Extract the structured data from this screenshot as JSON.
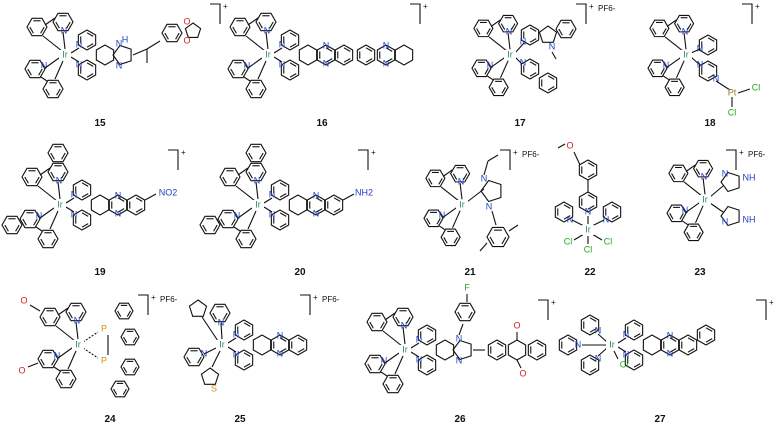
{
  "colors": {
    "iridium": "#2e8b57",
    "nitrogen": "#1f3fbf",
    "oxygen": "#d62020",
    "chlorine": "#1faa1f",
    "fluorine": "#2fa82f",
    "platinum": "#8b7d2a",
    "phosphorus": "#d98c1a",
    "bond": "#111111"
  },
  "atoms": {
    "ir": "Ir",
    "n": "N",
    "nh": "NH",
    "h": "H",
    "o": "O",
    "f": "F",
    "cl": "Cl",
    "pt": "Pt",
    "p": "P",
    "s": "S",
    "nh2": "NH2",
    "no2": "NO2"
  },
  "charges": {
    "plus": "+",
    "pf6": "PF6-"
  },
  "compounds": [
    {
      "label": "15",
      "charge": "+",
      "counterion": ""
    },
    {
      "label": "16",
      "charge": "+",
      "counterion": ""
    },
    {
      "label": "17",
      "charge": "+",
      "counterion": "PF6-"
    },
    {
      "label": "18",
      "charge": "+",
      "counterion": ""
    },
    {
      "label": "19",
      "charge": "+",
      "counterion": ""
    },
    {
      "label": "20",
      "charge": "+",
      "counterion": ""
    },
    {
      "label": "21",
      "charge": "+",
      "counterion": "PF6-"
    },
    {
      "label": "22",
      "charge": "",
      "counterion": ""
    },
    {
      "label": "23",
      "charge": "+",
      "counterion": "PF6-"
    },
    {
      "label": "24",
      "charge": "+",
      "counterion": "PF6-"
    },
    {
      "label": "25",
      "charge": "+",
      "counterion": "PF6-"
    },
    {
      "label": "26",
      "charge": "+",
      "counterion": ""
    },
    {
      "label": "27",
      "charge": "+",
      "counterion": ""
    }
  ]
}
